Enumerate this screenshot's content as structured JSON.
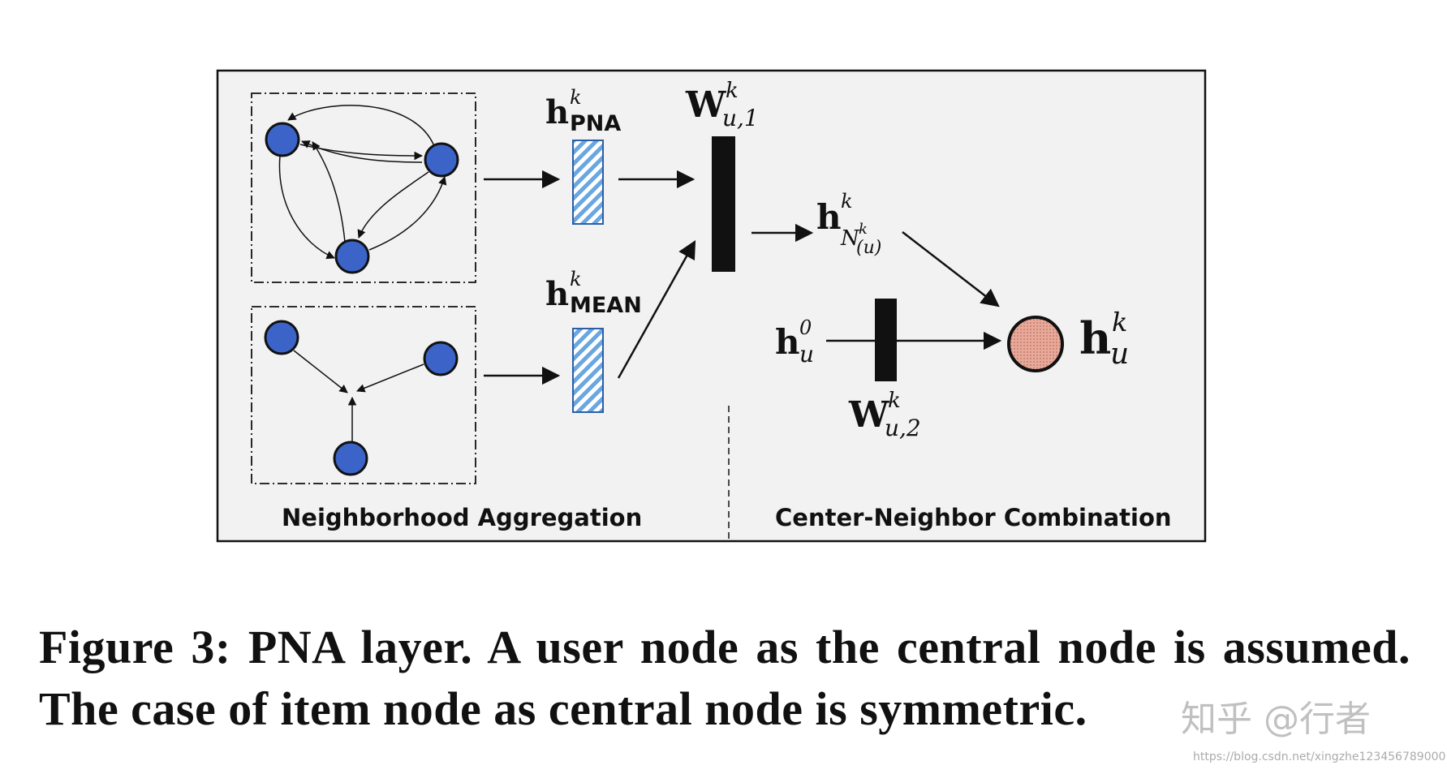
{
  "figure": {
    "section_left": "Neighborhood Aggregation",
    "section_right": "Center-Neighbor Combination",
    "h_pna": {
      "base": "h",
      "sup": "k",
      "sub": "PNA"
    },
    "h_mean": {
      "base": "h",
      "sup": "k",
      "sub": "MEAN"
    },
    "w_u1": {
      "base": "W",
      "sup": "k",
      "sub": "u,1"
    },
    "w_u2": {
      "base": "W",
      "sup": "k",
      "sub": "u,2"
    },
    "h_neighbors": {
      "base": "h",
      "sup": "k",
      "sub_script": "N",
      "sub_sup": "k",
      "sub_paren": "(u)"
    },
    "h_u0": {
      "base": "h",
      "sup": "0",
      "sub": "u"
    },
    "h_uk": {
      "base": "h",
      "sup": "k",
      "sub": "u"
    },
    "colors": {
      "node_blue": "#3b63c8",
      "output_node": "#e8a99a",
      "hatch_blue": "#6aa6e0",
      "panel_bg": "#f2f2f2"
    }
  },
  "caption": "Figure 3: PNA layer. A user node as the central node is assumed. The case of item node as central node is symmetric.",
  "watermark": {
    "text": "知乎 @行者",
    "url": "https://blog.csdn.net/xingzhe123456789000"
  }
}
